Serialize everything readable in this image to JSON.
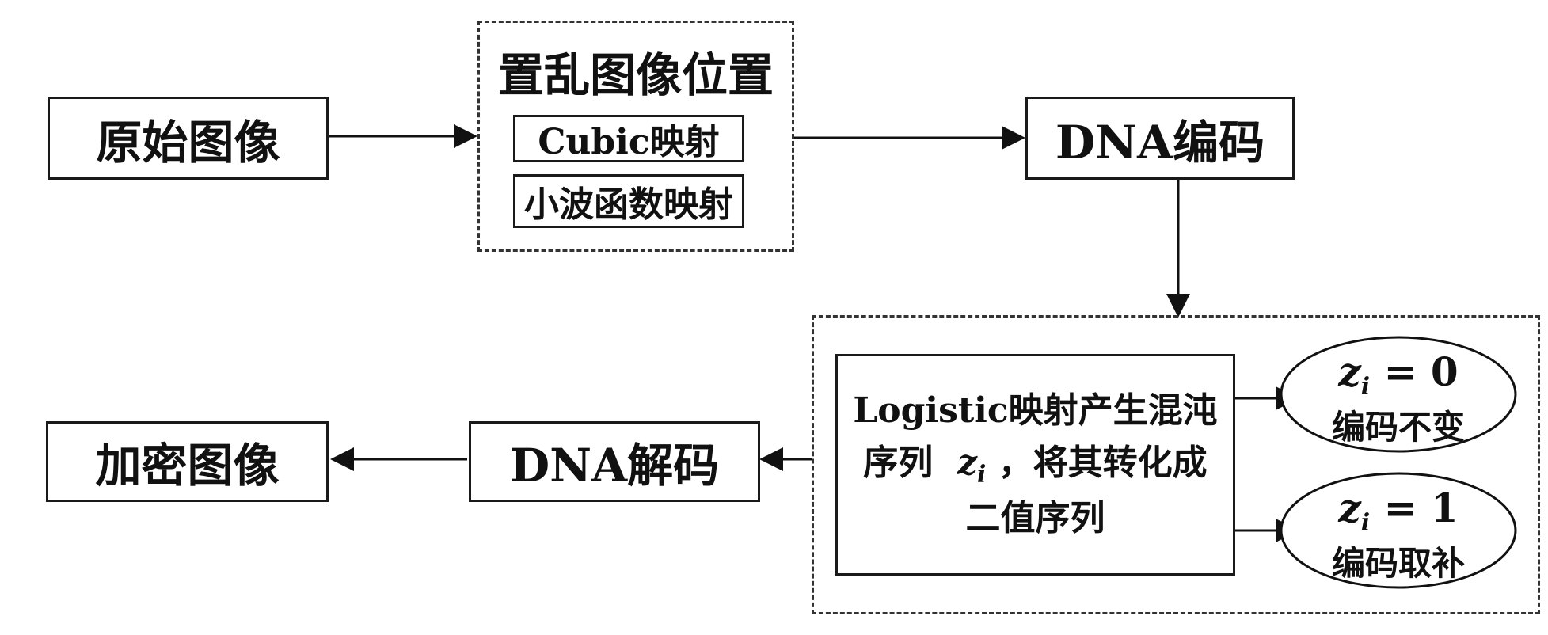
{
  "nodes": {
    "original_image": "原始图像",
    "scramble_group_title": "置乱图像位置",
    "cubic_map": "Cubic映射",
    "wavelet_map": "小波函数映射",
    "dna_encode": "DNA编码",
    "logistic_line1": "Logistic映射产生混沌",
    "logistic_line2_prefix": "序列",
    "logistic_var": "z",
    "logistic_sub": "i",
    "logistic_line2_suffix": "，将其转化成",
    "logistic_line3": "二值序列",
    "ellipse_top_var": "z",
    "ellipse_top_sub": "i",
    "ellipse_top_rhs": " = 0",
    "ellipse_top_caption": "编码不变",
    "ellipse_bottom_var": "z",
    "ellipse_bottom_sub": "i",
    "ellipse_bottom_rhs": " = 1",
    "ellipse_bottom_caption": "编码取补",
    "dna_decode": "DNA解码",
    "encrypted_image": "加密图像"
  }
}
